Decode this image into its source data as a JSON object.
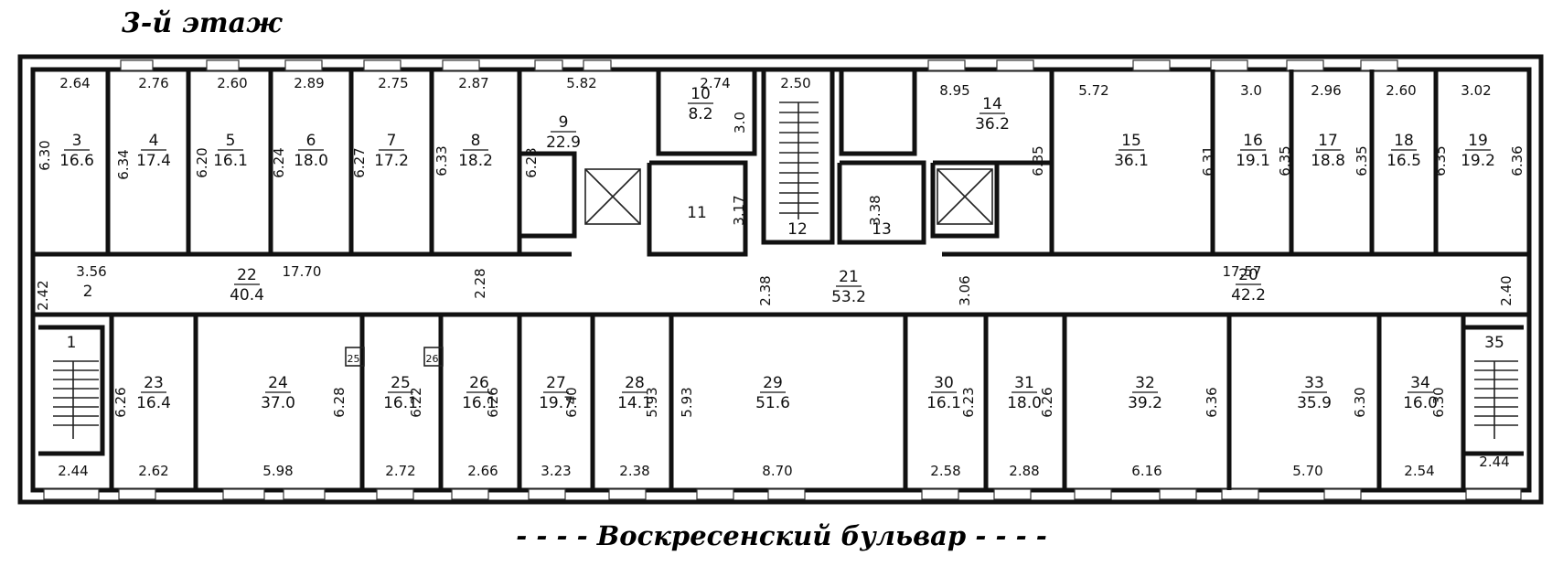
{
  "floor_title": "3-й этаж",
  "street": "Воскресенский бульвар",
  "rooms": [
    {
      "num": "3",
      "area": "16.6"
    },
    {
      "num": "4",
      "area": "17.4"
    },
    {
      "num": "5",
      "area": "16.1"
    },
    {
      "num": "6",
      "area": "18.0"
    },
    {
      "num": "7",
      "area": "17.2"
    },
    {
      "num": "8",
      "area": "18.2"
    },
    {
      "num": "9",
      "area": "22.9"
    },
    {
      "num": "10",
      "area": "8.2"
    },
    {
      "num": "11",
      "area": ""
    },
    {
      "num": "12",
      "area": ""
    },
    {
      "num": "13",
      "area": ""
    },
    {
      "num": "14",
      "area": "36.2"
    },
    {
      "num": "15",
      "area": "36.1"
    },
    {
      "num": "16",
      "area": "19.1"
    },
    {
      "num": "17",
      "area": "18.8"
    },
    {
      "num": "18",
      "area": "16.5"
    },
    {
      "num": "19",
      "area": "19.2"
    },
    {
      "num": "2",
      "area": ""
    },
    {
      "num": "22",
      "area": "40.4"
    },
    {
      "num": "21",
      "area": "53.2"
    },
    {
      "num": "20",
      "area": "42.2"
    },
    {
      "num": "1",
      "area": ""
    },
    {
      "num": "23",
      "area": "16.4"
    },
    {
      "num": "24",
      "area": "37.0"
    },
    {
      "num": "25",
      "area": "16.1"
    },
    {
      "num": "26",
      "area": "16.1"
    },
    {
      "num": "27",
      "area": "19.7"
    },
    {
      "num": "28",
      "area": "14.1"
    },
    {
      "num": "29",
      "area": "51.6"
    },
    {
      "num": "30",
      "area": "16.1"
    },
    {
      "num": "31",
      "area": "18.0"
    },
    {
      "num": "32",
      "area": "39.2"
    },
    {
      "num": "33",
      "area": "35.9"
    },
    {
      "num": "34",
      "area": "16.0"
    },
    {
      "num": "35",
      "area": ""
    }
  ],
  "dims": [
    "2.64",
    "2.76",
    "2.60",
    "2.89",
    "2.75",
    "2.87",
    "5.82",
    "2.74",
    "2.50",
    "8.95",
    "5.72",
    "3.0",
    "2.96",
    "2.60",
    "3.02",
    "6.30",
    "6.34",
    "6.20",
    "6.24",
    "6.27",
    "6.33",
    "6.23",
    "3.0",
    "3.17",
    "3.38",
    "6.35",
    "6.31",
    "6.35",
    "6.35",
    "6.35",
    "6.36",
    "3.56",
    "2.42",
    "17.70",
    "2.28",
    "2.38",
    "3.06",
    "17.57",
    "2.40",
    "6.26",
    "6.28",
    "6.22",
    "6.26",
    "6.40",
    "5.93",
    "5.93",
    "6.23",
    "6.26",
    "6.36",
    "6.30",
    "6.30",
    "2.44",
    "2.62",
    "5.98",
    "2.72",
    "2.66",
    "3.23",
    "2.38",
    "8.70",
    "2.58",
    "2.88",
    "6.16",
    "5.70",
    "2.54",
    "2.44",
    "25'",
    "26'"
  ]
}
